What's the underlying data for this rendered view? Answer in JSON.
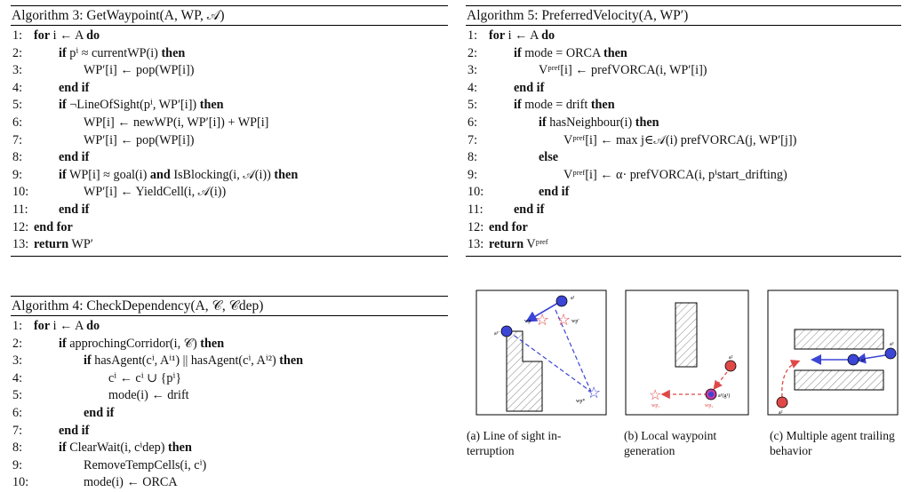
{
  "algorithms": [
    {
      "id": "algo3",
      "title": "Algorithm 3: GetWaypoint(A, WP, 𝒜)",
      "lines": [
        {
          "n": "1:",
          "indent": 0,
          "text": "for i ← A do"
        },
        {
          "n": "2:",
          "indent": 1,
          "text": "if pⁱ ≈ currentWP(i) then"
        },
        {
          "n": "3:",
          "indent": 2,
          "text": "WP′[i] ← pop(WP[i])"
        },
        {
          "n": "4:",
          "indent": 1,
          "text": "end if"
        },
        {
          "n": "5:",
          "indent": 1,
          "text": "if ¬LineOfSight(pⁱ, WP′[i]) then"
        },
        {
          "n": "6:",
          "indent": 2,
          "text": "WP[i] ← newWP(i, WP′[i]) + WP[i]"
        },
        {
          "n": "7:",
          "indent": 2,
          "text": "WP′[i] ← pop(WP[i])"
        },
        {
          "n": "8:",
          "indent": 1,
          "text": "end if"
        },
        {
          "n": "9:",
          "indent": 1,
          "text": "if WP[i] ≈ goal(i) and IsBlocking(i, 𝒜(i)) then"
        },
        {
          "n": "10:",
          "indent": 2,
          "text": "WP′[i] ← YieldCell(i, 𝒜(i))"
        },
        {
          "n": "11:",
          "indent": 1,
          "text": "end if"
        },
        {
          "n": "12:",
          "indent": 0,
          "text": "end for"
        },
        {
          "n": "13:",
          "indent": 0,
          "text": "return WP′"
        }
      ]
    },
    {
      "id": "algo4",
      "title": "Algorithm 4: CheckDependency(A, 𝒞, 𝒞dep)",
      "lines": [
        {
          "n": "1:",
          "indent": 0,
          "text": "for i ← A do"
        },
        {
          "n": "2:",
          "indent": 1,
          "text": "if approchingCorridor(i, 𝒞) then"
        },
        {
          "n": "3:",
          "indent": 2,
          "text": "if hasAgent(cⁱ, Aⁱ¹) || hasAgent(cⁱ, Aⁱ²)  then"
        },
        {
          "n": "4:",
          "indent": 3,
          "text": "cⁱ ← cⁱ ∪ {pⁱ}"
        },
        {
          "n": "5:",
          "indent": 3,
          "text": "mode(i) ← drift"
        },
        {
          "n": "6:",
          "indent": 2,
          "text": "end if"
        },
        {
          "n": "7:",
          "indent": 1,
          "text": "end if"
        },
        {
          "n": "8:",
          "indent": 1,
          "text": "if ClearWait(i, cⁱdep) then"
        },
        {
          "n": "9:",
          "indent": 2,
          "text": "RemoveTempCells(i, cⁱ)"
        },
        {
          "n": "10:",
          "indent": 2,
          "text": "mode(i) ← ORCA"
        }
      ]
    },
    {
      "id": "algo5",
      "title": "Algorithm 5: PreferredVelocity(A, WP′)",
      "lines": [
        {
          "n": "1:",
          "indent": 0,
          "text": "for i ← A do"
        },
        {
          "n": "2:",
          "indent": 1,
          "text": "if mode = ORCA then"
        },
        {
          "n": "3:",
          "indent": 2,
          "text": "Vᵖʳᵉᶠ[i] ← prefVORCA(i, WP′[i])"
        },
        {
          "n": "4:",
          "indent": 1,
          "text": "end if"
        },
        {
          "n": "5:",
          "indent": 1,
          "text": "if mode = drift then"
        },
        {
          "n": "6:",
          "indent": 2,
          "text": "if hasNeighbour(i) then"
        },
        {
          "n": "7:",
          "indent": 3,
          "text": "Vᵖʳᵉᶠ[i] ← max j∈𝒜(i) prefVORCA(j, WP′[j])"
        },
        {
          "n": "8:",
          "indent": 2,
          "text": "else"
        },
        {
          "n": "9:",
          "indent": 3,
          "text": "Vᵖʳᵉᶠ[i] ← α· prefVORCA(i, pⁱstart_drifting)"
        },
        {
          "n": "10:",
          "indent": 2,
          "text": "end if"
        },
        {
          "n": "11:",
          "indent": 1,
          "text": "end if"
        },
        {
          "n": "12:",
          "indent": 0,
          "text": "end for"
        },
        {
          "n": "13:",
          "indent": 0,
          "text": "return Vᵖʳᵉᶠ"
        }
      ]
    }
  ],
  "figures": {
    "a": {
      "caption": "(a) Line of sight in-terruption",
      "labels": {
        "a1": "a¹",
        "a1prime": "a¹′",
        "wp": "wp",
        "wpprime": "wp′",
        "wpstar": "wp*"
      }
    },
    "b": {
      "caption": "(b) Local waypoint generation",
      "labels": {
        "a2": "a²",
        "a1g1": "a¹(g¹)",
        "wp1": "wp₁",
        "wp2": "wp₂"
      }
    },
    "c": {
      "caption": "(c) Multiple agent trailing behavior",
      "labels": {
        "a3": "a³",
        "a1": "a¹",
        "a2": "a²"
      }
    }
  },
  "colors": {
    "blue": "#3b45d6",
    "red": "#e04848",
    "hatch": "#888888"
  }
}
